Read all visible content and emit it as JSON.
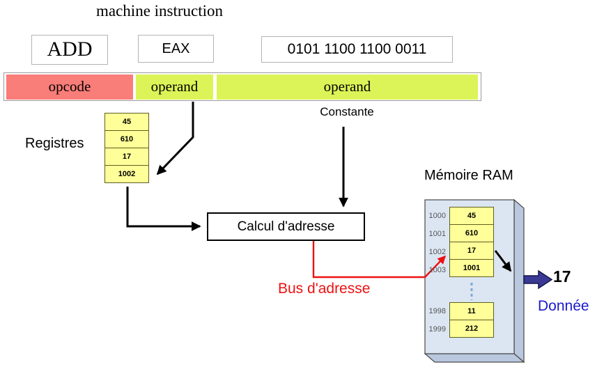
{
  "title": "machine instruction",
  "instruction": {
    "mnemonic": "ADD",
    "register": "EAX",
    "binary": "0101 1100 1100 0011"
  },
  "format": {
    "opcode_label": "opcode",
    "operand1_label": "operand",
    "operand2_label": "operand"
  },
  "registers": {
    "label": "Registres",
    "values": [
      "45",
      "610",
      "17",
      "1002"
    ]
  },
  "constante_label": "Constante",
  "address_calc_label": "Calcul d'adresse",
  "address_bus_label": "Bus d'adresse",
  "ram": {
    "title": "Mémoire RAM",
    "rows_top": [
      {
        "address": "1000",
        "value": "45"
      },
      {
        "address": "1001",
        "value": "610"
      },
      {
        "address": "1002",
        "value": "17"
      },
      {
        "address": "1003",
        "value": "1001"
      }
    ],
    "rows_bottom": [
      {
        "address": "1998",
        "value": "11"
      },
      {
        "address": "1999",
        "value": "212"
      }
    ]
  },
  "output": {
    "value": "17",
    "label": "Donnée"
  },
  "colors": {
    "opcode_bg": "#f97d78",
    "operand_bg": "#dcf457",
    "cell_bg": "#ffff99",
    "bus_red": "#ee1111",
    "data_blue": "#1a1acc",
    "arrow_fill": "#3a3a94",
    "ram_front": "#dce6f2",
    "ram_side": "#b9c8df"
  }
}
